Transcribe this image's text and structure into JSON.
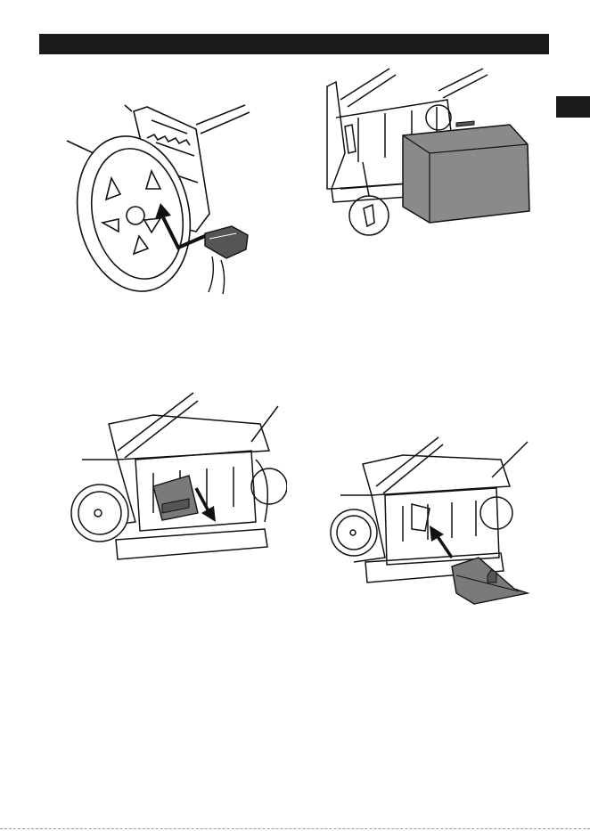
{
  "figures": [
    {
      "id": "fig-1",
      "subject": "wheel-height-lever"
    },
    {
      "id": "fig-2",
      "subject": "grass-box-attach"
    },
    {
      "id": "fig-3",
      "subject": "mulch-plug-remove"
    },
    {
      "id": "fig-4",
      "subject": "mulch-plug-insert"
    }
  ]
}
